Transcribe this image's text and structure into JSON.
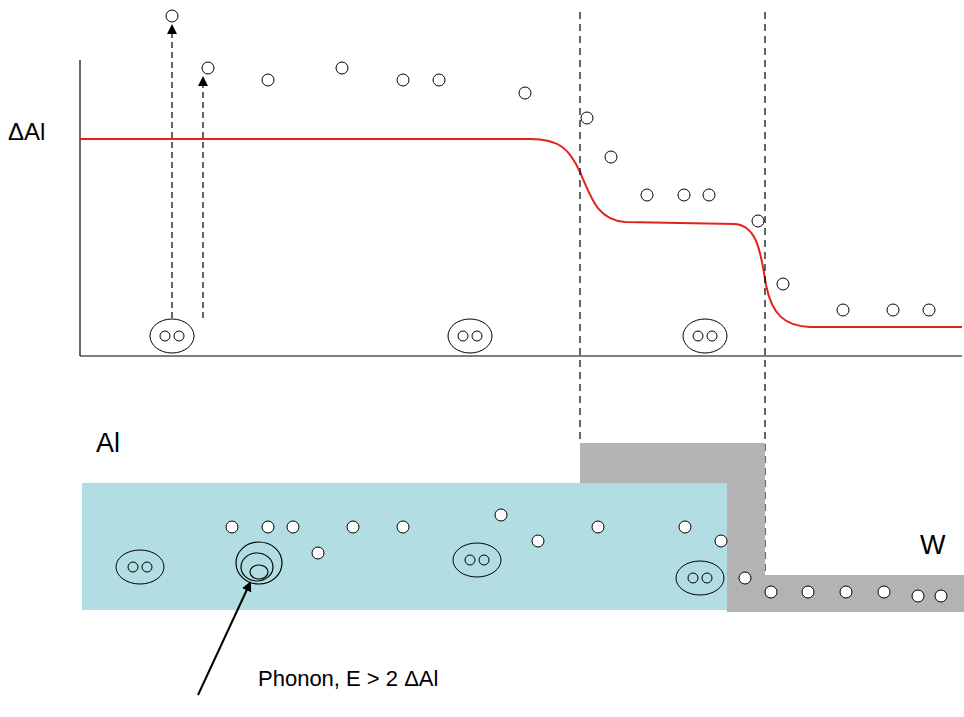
{
  "diagram": {
    "nodes": [
      {
        "text": [
          "Al"
        ]
      },
      {
        "text": [
          "W"
        ]
      }
    ],
    "labels": [
      "ΔAl",
      "Phonon, E > 2 ΔAl"
    ]
  }
}
